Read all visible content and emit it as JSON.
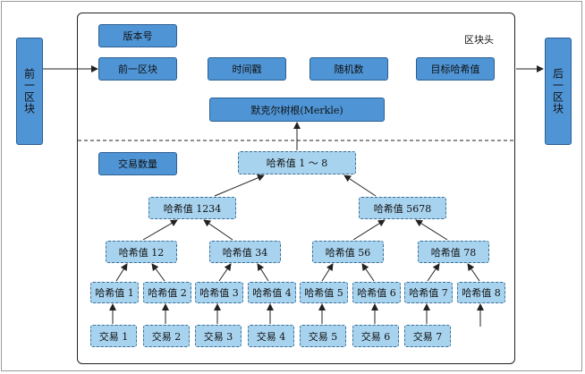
{
  "header": {
    "label": "区块头",
    "version": "版本号",
    "prev_hash": "前一区块",
    "timestamp": "时间戳",
    "nonce": "随机数",
    "target_hash": "目标哈希值",
    "merkle_root": "默克尔树根(Merkle)"
  },
  "prev_block": "前一区块",
  "next_block": "后一区块",
  "body": {
    "tx_count": "交易数量",
    "root": "哈希值 1 ～ 8",
    "level2": [
      "哈希值 1234",
      "哈希值 5678"
    ],
    "level3": [
      "哈希值 12",
      "哈希值 34",
      "哈希值 56",
      "哈希值 78"
    ],
    "leaves": [
      "哈希值 1",
      "哈希值 2",
      "哈希值 3",
      "哈希值 4",
      "哈希值 5",
      "哈希值 6",
      "哈希值 7",
      "哈希值 8"
    ],
    "transactions": [
      "交易 1",
      "交易 2",
      "交易 3",
      "交易 4",
      "交易 5",
      "交易 6",
      "交易 7"
    ]
  },
  "colors": {
    "solid_fill": "#4f95d6",
    "dashed_fill": "#a8d3ef",
    "line": "#222222"
  }
}
